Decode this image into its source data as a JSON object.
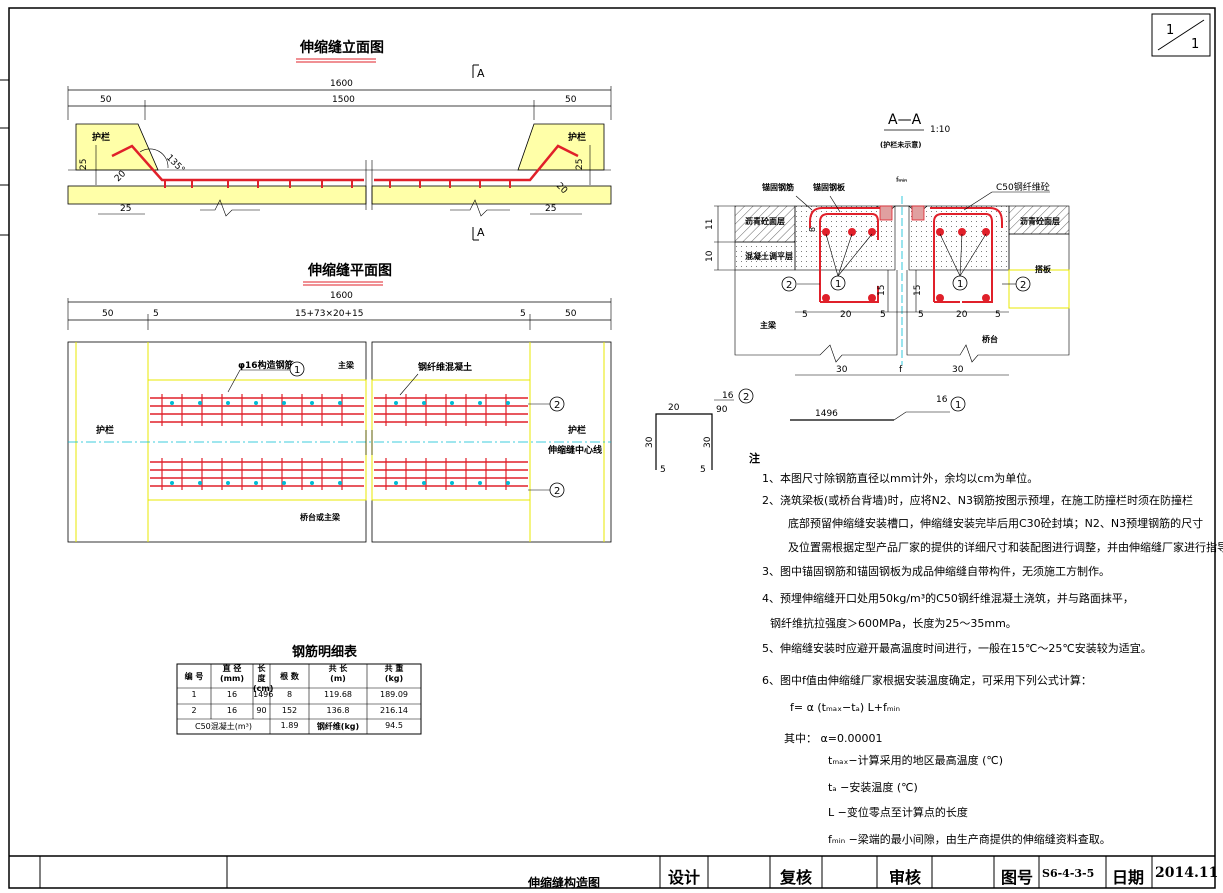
{
  "sheet": {
    "page": "1",
    "total": "1"
  },
  "elevation": {
    "title": "伸缩缝立面图",
    "section_mark": "A",
    "dim_total": "1600",
    "dim_left": "50",
    "dim_mid": "1500",
    "dim_right": "50",
    "label_guardrail": "护栏",
    "angle": "135°",
    "dim_25a": "25",
    "dim_20": "20",
    "dim_25b": "25",
    "dim_25c": "25",
    "dim_20r": "20",
    "dim_25d": "25"
  },
  "plan": {
    "title": "伸缩缝平面图",
    "dim_total": "1600",
    "dim_left": "50",
    "dim_5a": "5",
    "dim_mid": "15+73×20+15",
    "dim_5b": "5",
    "dim_right": "50",
    "label_rebar": "φ16构造钢筋",
    "label_main_beam": "主梁",
    "label_steel_fiber": "钢纤维混凝土",
    "label_guardrail_l": "护栏",
    "label_guardrail_r": "护栏",
    "label_centerline": "伸缩缝中心线",
    "label_bottom": "桥台或主梁",
    "callout_1": "1",
    "callout_2a": "2",
    "callout_2b": "2"
  },
  "section": {
    "title": "A—A",
    "scale": "1:10",
    "subtitle": "(护栏未示意)",
    "label_anchor_rebar": "锚固钢筋",
    "label_anchor_plate": "锚固钢板",
    "label_gap": "fₘᵢₙ",
    "label_c50": "C50钢纤维砼",
    "label_asphalt_l": "沥青砼面层",
    "label_concrete_l": "混凝土调平层",
    "label_asphalt_r": "沥青砼面层",
    "label_slab": "搭板",
    "label_main_beam": "主梁",
    "label_abutment": "桥台",
    "dim_11": "11",
    "dim_10": "10",
    "dim_8": "8",
    "dim_15a": "15",
    "dim_15b": "15",
    "dim_5a": "5",
    "dim_20a": "20",
    "dim_5b": "5",
    "dim_5c": "5",
    "dim_20b": "20",
    "dim_5d": "5",
    "dim_30a": "30",
    "dim_f": "f",
    "dim_30b": "30",
    "callout_1": "1",
    "callout_2": "2"
  },
  "rebar_shapes": {
    "n2_bar": "16",
    "n2_top": "20",
    "n2_right_top": "90",
    "n2_h_left": "30",
    "n2_h_right": "30",
    "n2_foot_l": "5",
    "n2_foot_r": "5",
    "n1_bar": "16",
    "n1_len": "1496",
    "callout_2": "2",
    "callout_1": "1"
  },
  "rebar_table": {
    "title": "钢筋明细表",
    "headers": [
      "编 号",
      "直 径\n(mm)",
      "长 度\n(cm)",
      "根 数",
      "共 长\n(m)",
      "共 重\n(kg)"
    ],
    "rows": [
      [
        "1",
        "16",
        "1496",
        "8",
        "119.68",
        "189.09"
      ],
      [
        "2",
        "16",
        "90",
        "152",
        "136.8",
        "216.14"
      ]
    ],
    "footer": [
      "C50混凝土(m³)",
      "1.89",
      "钢纤维(kg)",
      "94.5"
    ]
  },
  "notes": {
    "heading": "注",
    "lines": [
      "1、本图尺寸除钢筋直径以mm计外，余均以cm为单位。",
      "2、浇筑梁板(或桥台背墙)时，应将N2、N3钢筋按图示预埋，在施工防撞栏时须在防撞栏",
      "底部预留伸缩缝安装槽口，伸缩缝安装完毕后用C30砼封填；N2、N3预埋钢筋的尺寸",
      "及位置需根据定型产品厂家的提供的详细尺寸和装配图进行调整，并由伸缩缝厂家进行指导安装。",
      "3、图中锚固钢筋和锚固钢板为成品伸缩缝自带构件，无须施工方制作。",
      "4、预埋伸缩缝开口处用50kg/m³的C50钢纤维混凝土浇筑，并与路面抹平，",
      "钢纤维抗拉强度＞600MPa，长度为25～35mm。",
      "5、伸缩缝安装时应避开最高温度时间进行，一般在15℃～25℃安装较为适宜。",
      "6、图中f值由伸缩缝厂家根据安装温度确定，可采用下列公式计算：",
      "f= α (tₘₐₓ−tₐ) L+fₘᵢₙ",
      "其中： α=0.00001",
      "tₘₐₓ−计算采用的地区最高温度 (℃)",
      "tₐ −安装温度 (℃)",
      "L −变位零点至计算点的长度",
      "fₘᵢₙ −梁端的最小间隙，由生产商提供的伸缩缝资料查取。"
    ]
  },
  "title_block": {
    "drawing_title": "伸缩缝构造图",
    "design": "设计",
    "review": "复核",
    "approve": "审核",
    "sheet_no_label": "图号",
    "sheet_no": "S6-4-3-5",
    "date_label": "日期",
    "date": "2014.11"
  },
  "colors": {
    "rebar": "#e0202a",
    "fill": "#ffffa8",
    "frame": "#000000",
    "dot": "#00bcd4",
    "wall": "#e8e800"
  }
}
